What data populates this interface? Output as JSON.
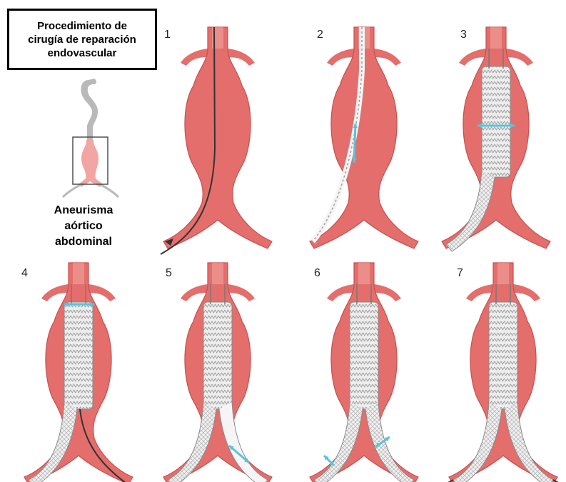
{
  "title": "Procedimiento de\ncirugía de reparación\nendovascular",
  "aneurysm_label": "Aneurisma\naórtico\nabdominal",
  "steps": [
    "1",
    "2",
    "3",
    "4",
    "5",
    "6",
    "7"
  ],
  "colors": {
    "vessel_fill": "#e36e6c",
    "vessel_dark": "#c94f4d",
    "vessel_inner": "#f0a39f",
    "graft_fill": "#ededed",
    "graft_line": "#8a8a8a",
    "arrow_blue": "#5bc2dc",
    "wire": "#333333",
    "locator_gray": "#b8b8b8",
    "locator_pink": "#f2a6a3"
  }
}
